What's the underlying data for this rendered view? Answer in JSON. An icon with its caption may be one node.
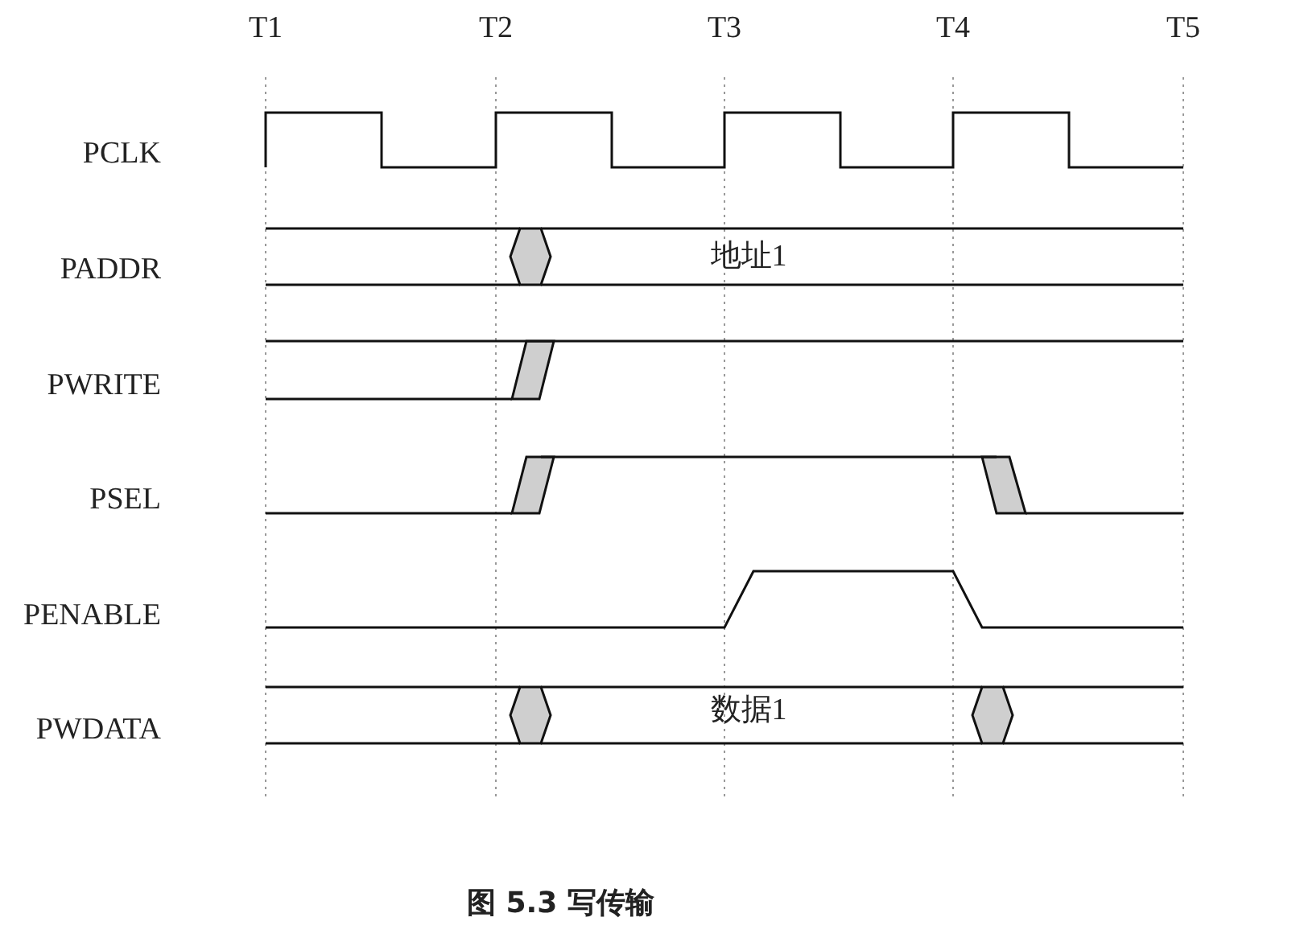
{
  "diagram": {
    "caption": "图 5.3 写传输",
    "labels": [
      "T1",
      "T2",
      "T3",
      "T4",
      "T5",
      "PCLK",
      "PADDR",
      "地址1",
      "PWRITE",
      "PSEL",
      "PENABLE",
      "PWDATA",
      "数据1"
    ]
  }
}
